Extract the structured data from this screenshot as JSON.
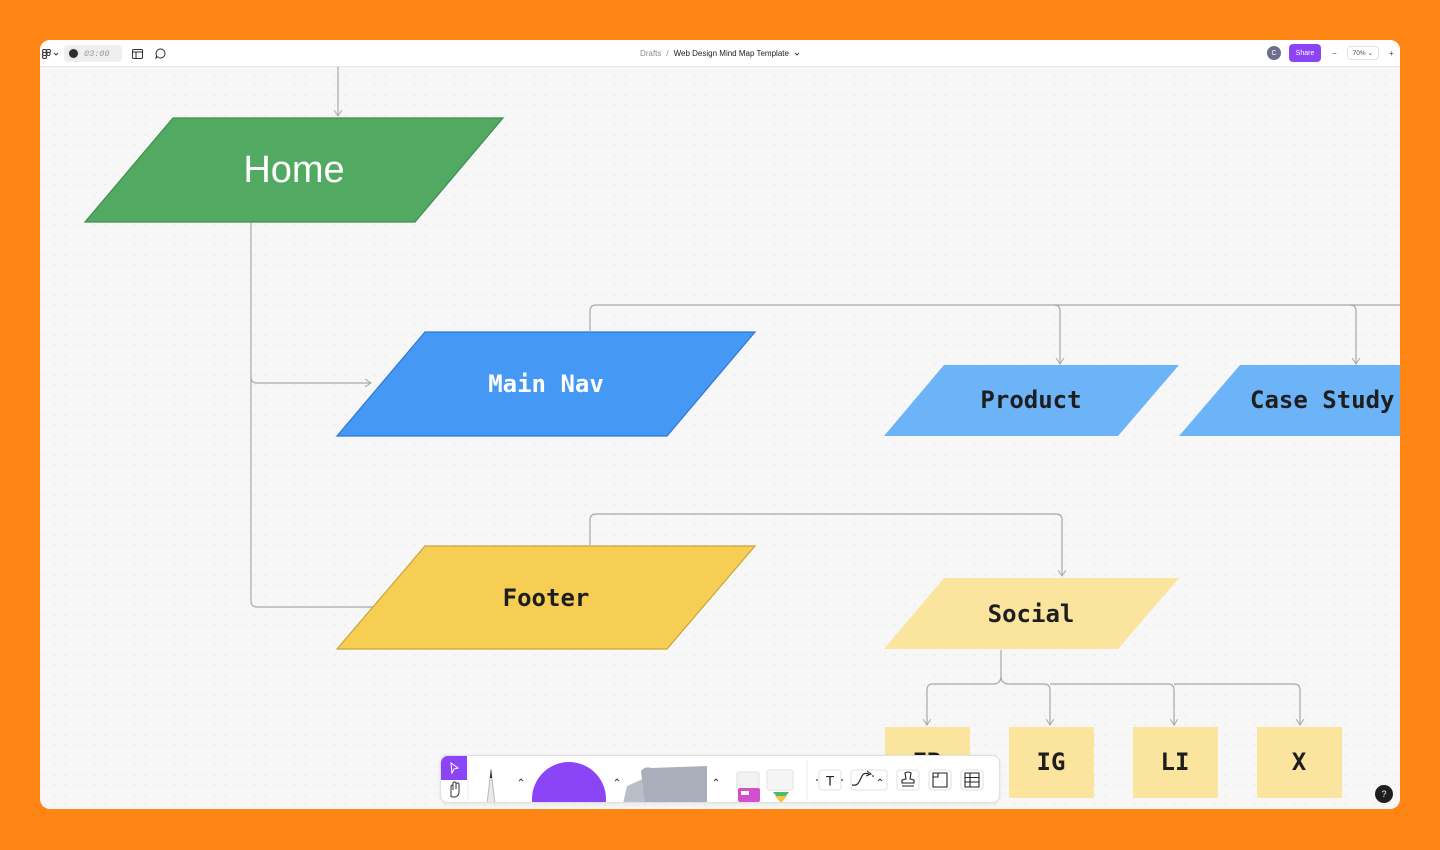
{
  "colors": {
    "home": "#52AA62",
    "main_nav": "#4698F5",
    "level2_blue": "#6CB3F8",
    "footer": "#F6CE53",
    "level2_yellow": "#FAE49E",
    "connector": "#A8A8A8",
    "accent": "#8B45F6",
    "frame": "#FF8514"
  },
  "topbar": {
    "timer": "03:00",
    "breadcrumb_root": "Drafts",
    "breadcrumb_sep": "/",
    "file_title": "Web Design Mind Map Template",
    "avatar_initial": "C",
    "share_label": "Share",
    "zoom_minus": "−",
    "zoom_level": "70%",
    "zoom_plus": "+"
  },
  "nodes": {
    "home": "Home",
    "main_nav": "Main Nav",
    "product": "Product",
    "case_study": "Case Study",
    "footer": "Footer",
    "social": "Social",
    "fb": "FB",
    "ig": "IG",
    "li": "LI",
    "x": "X"
  },
  "toolbar": {
    "icons": [
      "select-icon",
      "hand-icon",
      "marker-icon",
      "shape-icon",
      "sticky-note-icon",
      "templates-icon",
      "text-icon",
      "connector-icon",
      "stamp-icon",
      "section-icon",
      "table-icon"
    ],
    "text_tool": "T"
  },
  "help": "?"
}
